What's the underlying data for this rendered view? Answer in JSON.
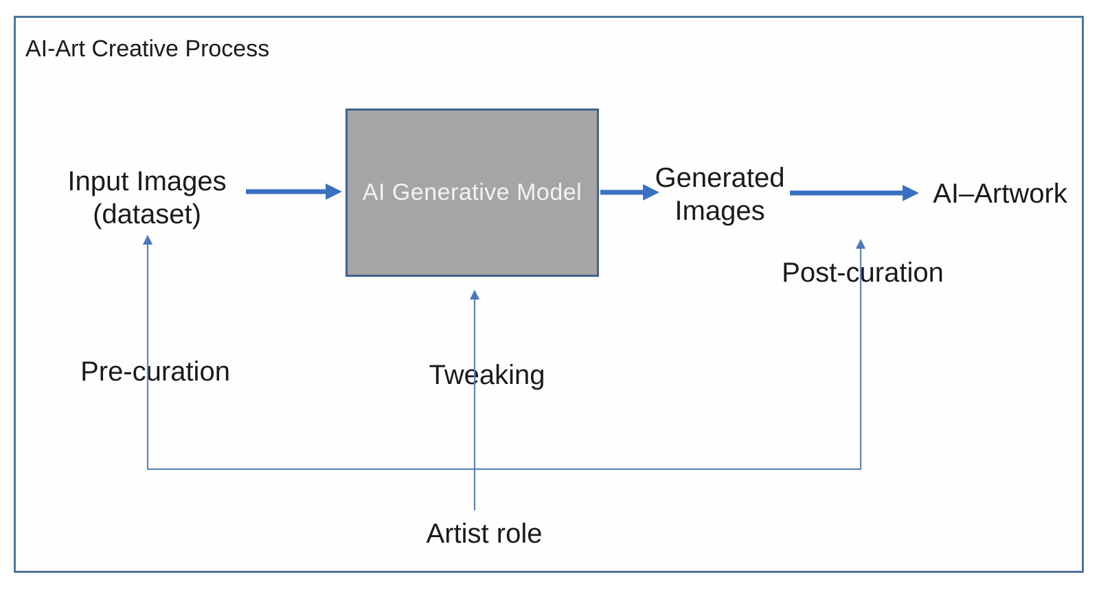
{
  "diagram": {
    "title": "AI-Art Creative Process",
    "nodes": {
      "input_images": {
        "line1": "Input Images",
        "line2": "(dataset)"
      },
      "model": {
        "label": "AI Generative Model"
      },
      "generated_images": {
        "line1": "Generated",
        "line2": "Images"
      },
      "artwork": {
        "label": "AI–Artwork"
      }
    },
    "annotations": {
      "pre_curation": "Pre-curation",
      "tweaking": "Tweaking",
      "post_curation": "Post-curation",
      "artist_role": "Artist role"
    },
    "colors": {
      "thick_arrow": "#3a70c2",
      "thin_line": "#5d83ba",
      "frame_border": "#4d759e",
      "model_fill": "#a5a5a5",
      "model_border": "#40618f",
      "model_text": "#f4f3f1",
      "text": "#1a1a1a",
      "background": "#ffffff"
    }
  }
}
